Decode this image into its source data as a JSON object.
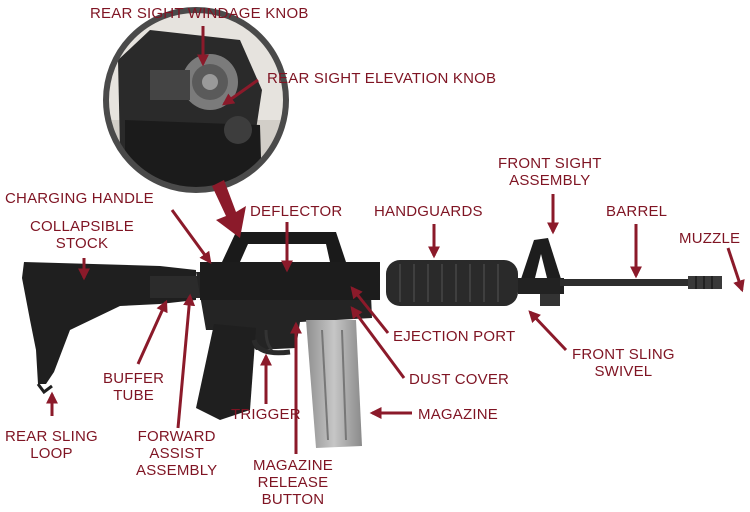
{
  "colors": {
    "label": "#7f1423",
    "arrow": "#8b1a2a",
    "rifle": "#1f1f1f",
    "metal": "#3a3a3a",
    "magazine": "#a9a9a9"
  },
  "labels": {
    "rear_sight_windage_knob": "REAR SIGHT WINDAGE KNOB",
    "rear_sight_elevation_knob": "REAR SIGHT ELEVATION KNOB",
    "charging_handle": "CHARGING HANDLE",
    "collapsible_stock": [
      "COLLAPSIBLE",
      "STOCK"
    ],
    "deflector": "DEFLECTOR",
    "handguards": "HANDGUARDS",
    "front_sight_assembly": [
      "FRONT SIGHT",
      "ASSEMBLY"
    ],
    "barrel": "BARREL",
    "muzzle": "MUZZLE",
    "ejection_port": "EJECTION PORT",
    "front_sling_swivel": [
      "FRONT SLING",
      "SWIVEL"
    ],
    "buffer_tube": [
      "BUFFER",
      "TUBE"
    ],
    "dust_cover": "DUST COVER",
    "trigger": "TRIGGER",
    "magazine": "MAGAZINE",
    "rear_sling_loop": [
      "REAR SLING",
      "LOOP"
    ],
    "forward_assist_assembly": [
      "FORWARD",
      "ASSIST",
      "ASSEMBLY"
    ],
    "magazine_release_button": [
      "MAGAZINE",
      "RELEASE",
      "BUTTON"
    ]
  }
}
